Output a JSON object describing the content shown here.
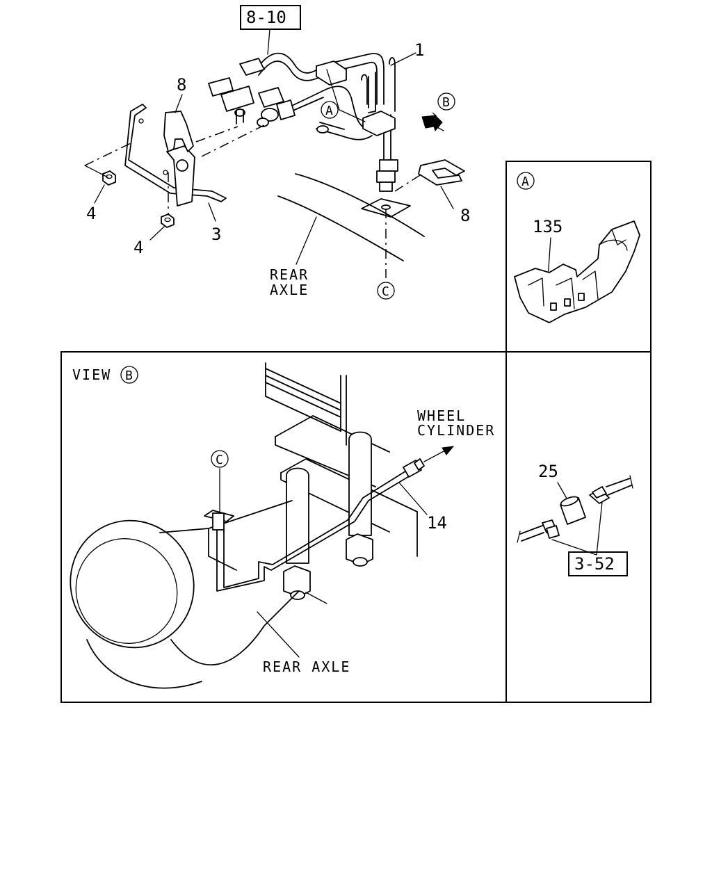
{
  "refs": {
    "ref_8_10": "8-10",
    "ref_3_52": "3-52"
  },
  "callouts": {
    "c1": "1",
    "c8_top": "8",
    "c8_right": "8",
    "c4_left": "4",
    "c4_bottom": "4",
    "c3": "3",
    "c135": "135",
    "c25": "25",
    "c14": "14"
  },
  "markers": {
    "A_main": "A",
    "B_main": "B",
    "C_main": "C",
    "A_detail": "A",
    "B_view": "B",
    "C_view": "C"
  },
  "captions": {
    "rear_axle_top_1": "REAR",
    "rear_axle_top_2": "AXLE",
    "view_label": "VIEW",
    "wheel_cylinder_1": "WHEEL",
    "wheel_cylinder_2": "CYLINDER",
    "rear_axle_bottom": "REAR AXLE"
  }
}
